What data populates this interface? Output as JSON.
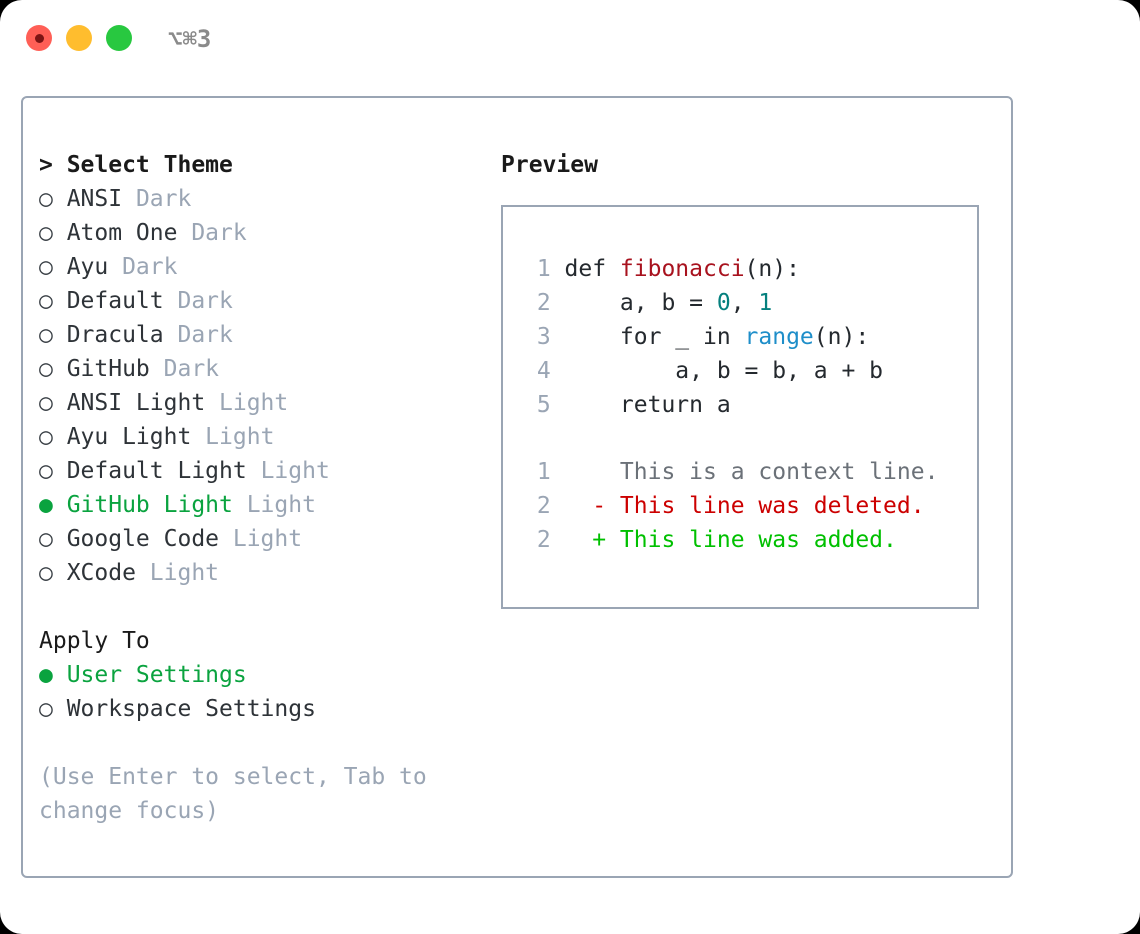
{
  "titlebar": {
    "shortcut": "⌥⌘3",
    "lights": [
      {
        "name": "close",
        "color": "#ff5f56"
      },
      {
        "name": "minimize",
        "color": "#ffbd2e"
      },
      {
        "name": "maximize",
        "color": "#28c840"
      }
    ]
  },
  "theme_picker": {
    "heading": "> Select Theme",
    "bullet_unselected": "○",
    "bullet_selected": "●",
    "items": [
      {
        "bullet": "○",
        "name": "ANSI",
        "tag": "Dark",
        "selected": false
      },
      {
        "bullet": "○",
        "name": "Atom One",
        "tag": "Dark",
        "selected": false
      },
      {
        "bullet": "○",
        "name": "Ayu",
        "tag": "Dark",
        "selected": false
      },
      {
        "bullet": "○",
        "name": "Default",
        "tag": "Dark",
        "selected": false
      },
      {
        "bullet": "○",
        "name": "Dracula",
        "tag": "Dark",
        "selected": false
      },
      {
        "bullet": "○",
        "name": "GitHub",
        "tag": "Dark",
        "selected": false
      },
      {
        "bullet": "○",
        "name": "ANSI Light",
        "tag": "Light",
        "selected": false
      },
      {
        "bullet": "○",
        "name": "Ayu Light",
        "tag": "Light",
        "selected": false
      },
      {
        "bullet": "○",
        "name": "Default Light",
        "tag": "Light",
        "selected": false
      },
      {
        "bullet": "●",
        "name": "GitHub Light",
        "tag": "Light",
        "selected": true
      },
      {
        "bullet": "○",
        "name": "Google Code",
        "tag": "Light",
        "selected": false
      },
      {
        "bullet": "○",
        "name": "XCode",
        "tag": "Light",
        "selected": false
      }
    ]
  },
  "apply_to": {
    "heading": "Apply To",
    "items": [
      {
        "bullet": "●",
        "name": "User Settings",
        "selected": true
      },
      {
        "bullet": "○",
        "name": "Workspace Settings",
        "selected": false
      }
    ]
  },
  "hint": "(Use Enter to select, Tab to change focus)",
  "preview": {
    "heading": "Preview",
    "code_lines": [
      {
        "num": "1",
        "segments": [
          {
            "text": "def ",
            "cls": "tok-plain"
          },
          {
            "text": "fibonacci",
            "cls": "tok-fn"
          },
          {
            "text": "(n):",
            "cls": "tok-plain"
          }
        ]
      },
      {
        "num": "2",
        "segments": [
          {
            "text": "    a, b = ",
            "cls": "tok-plain"
          },
          {
            "text": "0",
            "cls": "tok-num"
          },
          {
            "text": ", ",
            "cls": "tok-plain"
          },
          {
            "text": "1",
            "cls": "tok-num"
          }
        ]
      },
      {
        "num": "3",
        "segments": [
          {
            "text": "    for _ in ",
            "cls": "tok-plain"
          },
          {
            "text": "range",
            "cls": "tok-call"
          },
          {
            "text": "(n):",
            "cls": "tok-plain"
          }
        ]
      },
      {
        "num": "4",
        "segments": [
          {
            "text": "        a, b = b, a + b",
            "cls": "tok-plain"
          }
        ]
      },
      {
        "num": "5",
        "segments": [
          {
            "text": "    return a",
            "cls": "tok-plain"
          }
        ]
      }
    ],
    "diff_lines": [
      {
        "num": "1",
        "marker": " ",
        "text": " This is a context line.",
        "cls": "d-context"
      },
      {
        "num": "2",
        "marker": "-",
        "text": " This line was deleted.",
        "cls": "d-del"
      },
      {
        "num": "2",
        "marker": "+",
        "text": " This line was added.",
        "cls": "d-add"
      }
    ]
  },
  "colors": {
    "accent_green": "#0aa33f",
    "muted": "#9aa5b4",
    "border": "#9aa5b4",
    "text": "#2e3338",
    "diff_add": "#00c000",
    "diff_del": "#cc0000",
    "syntax_function": "#a8121e",
    "syntax_number": "#05807e",
    "syntax_call": "#1e8ec9"
  }
}
